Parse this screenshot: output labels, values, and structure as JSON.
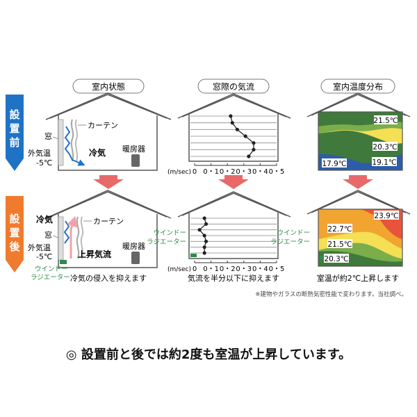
{
  "columns": {
    "col1": "室内状態",
    "col2": "窓際の気流",
    "col3": "室内温度分布"
  },
  "rows": {
    "before": "設置前",
    "after": "設置後"
  },
  "before": {
    "curtain": "カーテン",
    "window": "窓",
    "outside_temp_label": "外気温",
    "outside_temp_value": "-5℃",
    "cold_air": "冷気",
    "heater": "暖房器",
    "temps": [
      "21.5℃",
      "20.3℃",
      "17.9℃",
      "19.1℃"
    ]
  },
  "after": {
    "cold_air": "冷気",
    "curtain": "カーテン",
    "window": "窓",
    "outside_temp_label": "外気温",
    "outside_temp_value": "-5℃",
    "rising_air": "上昇気流",
    "heater": "暖房器",
    "radiator_line1": "ウインドー",
    "radiator_line2": "ラジエーター",
    "temps": [
      "23.9℃",
      "22.7℃",
      "21.5℃",
      "20.3℃"
    ]
  },
  "airflow": {
    "unit": "(m/sec)",
    "ticks": [
      "0",
      "0・1",
      "0・2",
      "0・3",
      "0・4",
      "0・5"
    ],
    "xlim": [
      0,
      0.5
    ],
    "before_values": [
      0.22,
      0.23,
      0.26,
      0.31,
      0.36,
      0.36,
      0.33
    ],
    "after_values": [
      0.06,
      0.07,
      0.03,
      0.06,
      0.07,
      0.06,
      0.06
    ]
  },
  "captions": {
    "col1_after": "冷気の侵入を抑えます",
    "col2_after": "気流を半分以下に抑えます",
    "col3_after": "室温が約2℃上昇します"
  },
  "note": "※建物やガラスの断熱気密性能で変わります。当社調べ。",
  "bottom_caption": "◎ 設置前と後では約2度も室温が上昇しています。",
  "colors": {
    "before_arrow": "#1f73c6",
    "after_arrow": "#f07b2e",
    "down_arrow": "#e8696a",
    "heat_red": "#e8543b",
    "heat_orange": "#f2a431",
    "heat_yellow": "#f4df55",
    "heat_green": "#3f7a3c",
    "heat_blue": "#2d5da8",
    "radiator_green": "#2f8a4a"
  }
}
